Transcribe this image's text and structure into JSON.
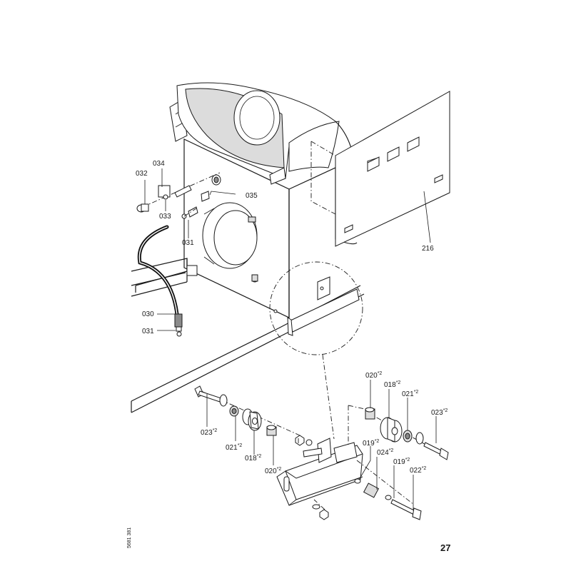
{
  "callouts": {
    "p032": "032",
    "p034": "034",
    "p033": "033",
    "p035": "035",
    "p031a": "031",
    "p216": "216",
    "p030": "030",
    "p031b": "031",
    "p020a": "020",
    "p018a": "018",
    "p021a": "021",
    "p023a": "023",
    "p023b": "023",
    "p021b": "021",
    "p018b": "018",
    "p020b": "020",
    "p019a": "019",
    "p024": "024",
    "p019b": "019",
    "p022": "022"
  },
  "superscript": "*2",
  "page_number": "27",
  "document_number": "5681 381"
}
